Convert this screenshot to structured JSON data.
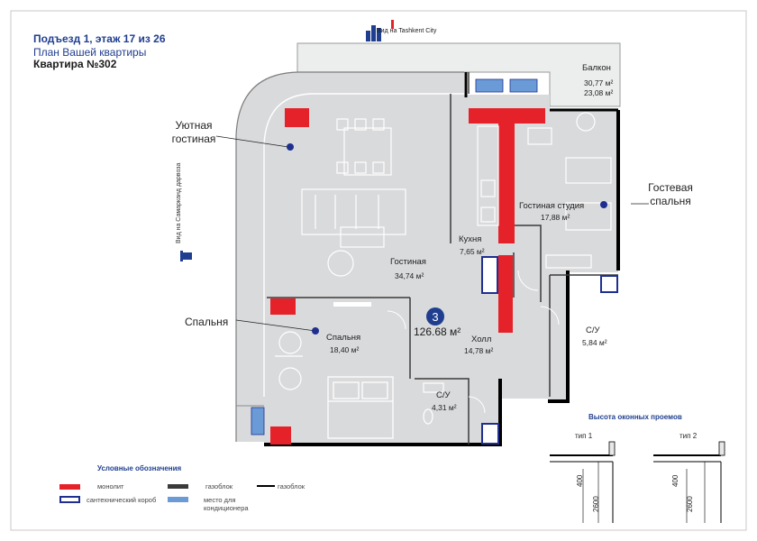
{
  "header": {
    "line1": "Подъезд 1, этаж 17 из 26",
    "line2": "План Вашей квартиры",
    "line3": "Квартира №302"
  },
  "views": {
    "north": "Вид на Tashkent City",
    "west": "Вид на Самарканд дарвоза"
  },
  "callouts": {
    "living_left": "Уютная гостиная",
    "bedroom_left": "Спальня",
    "guest_right": "Гостевая спальня"
  },
  "rooms": [
    {
      "name": "Балкон",
      "area": "30,77 м²",
      "area2": "23,08 м²"
    },
    {
      "name": "Гостиная студия",
      "area": "17,88 м²"
    },
    {
      "name": "Кухня",
      "area": "7,65 м²"
    },
    {
      "name": "Гостиная",
      "area": "34,74 м²"
    },
    {
      "name": "Спальня",
      "area": "18,40 м²"
    },
    {
      "name": "Холл",
      "area": "14,78 м²"
    },
    {
      "name": "С/У",
      "area": "5,84 м²"
    },
    {
      "name": "С/У",
      "area": "4,31 м²"
    }
  ],
  "apartment": {
    "rooms_count": "3",
    "total_area": "126.68 м²"
  },
  "legend": {
    "title": "Условные обозначения",
    "items": [
      "монолит",
      "газоблок",
      "газоблок",
      "сантехнический короб",
      "место для кондиционера"
    ]
  },
  "windows": {
    "title": "Высота оконных проемов",
    "types": [
      {
        "label": "тип 1",
        "h_top": "400",
        "h_bottom": "2600"
      },
      {
        "label": "тип 2",
        "h_top": "400",
        "h_bottom": "2600"
      }
    ]
  },
  "colors": {
    "monolith": "#e5222a",
    "gasblock": "#3a3a3a",
    "wall": "#000000",
    "plumbing": "#1f2f8f",
    "ac": "#6b9bd6",
    "floor": "#d9dadc",
    "accent": "#1f3e8f"
  }
}
